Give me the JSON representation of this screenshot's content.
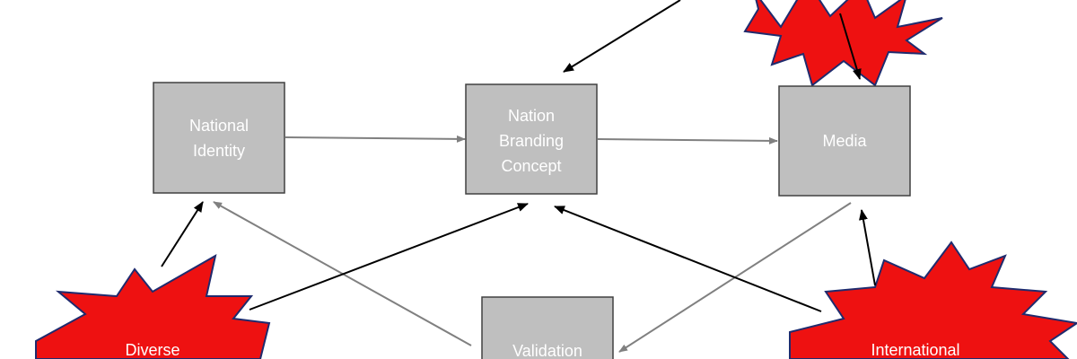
{
  "diagram": {
    "boxes": {
      "national_identity": [
        "National",
        "Identity"
      ],
      "nation_branding": [
        "Nation",
        "Branding",
        "Concept"
      ],
      "media": [
        "Media"
      ],
      "validation": [
        "Validation"
      ]
    },
    "bursts": {
      "diverse": "Diverse",
      "international": "International"
    },
    "colors": {
      "box_fill": "#bfbfbf",
      "burst_fill": "#ee1111",
      "burst_outline": "#1f2b6e",
      "gray_arrow": "#808080",
      "black_arrow": "#000000"
    }
  }
}
